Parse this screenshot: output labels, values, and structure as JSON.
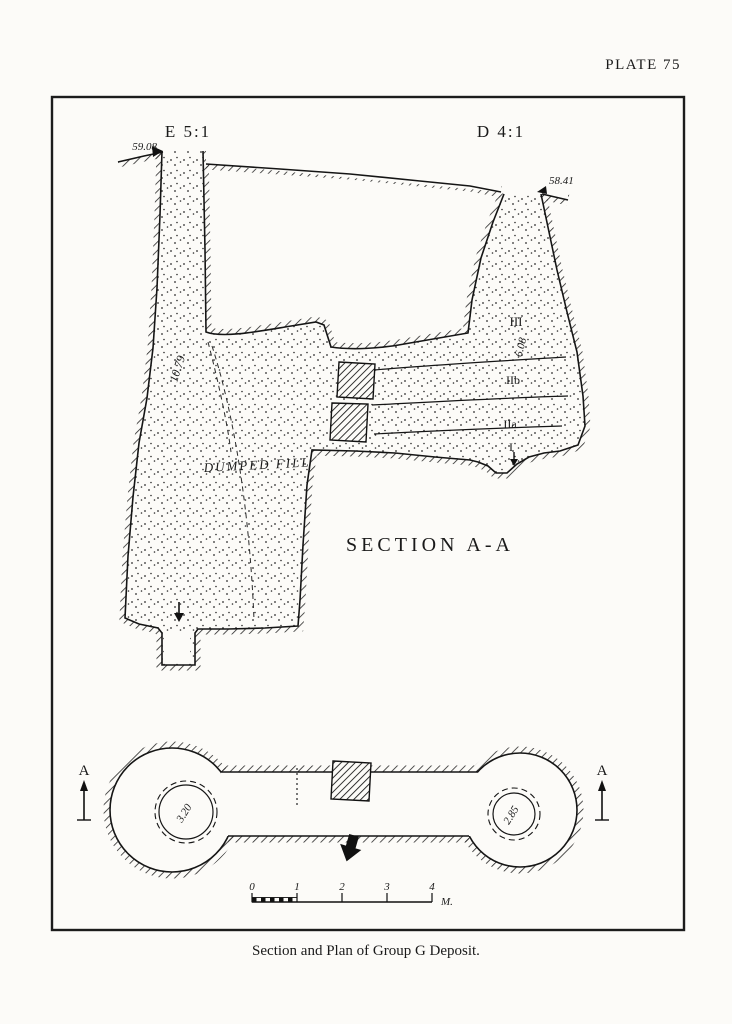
{
  "plate": {
    "label": "PLATE 75",
    "caption": "Section and Plan of Group G Deposit."
  },
  "section": {
    "title": "SECTION A-A",
    "left_shaft_label": "E 5:1",
    "right_shaft_label": "D 4:1",
    "left_elevation": "59.08",
    "right_elevation": "58.41",
    "left_depth": "10.79",
    "right_depth": "6.08",
    "fill_label": "DUMPED FILL",
    "layers": [
      "III",
      "IIb",
      "IIa",
      "I"
    ]
  },
  "plan": {
    "section_line_left": "A",
    "section_line_right": "A",
    "left_diameter": "3.20",
    "right_diameter": "2.85"
  },
  "scale": {
    "ticks": [
      "0",
      "1",
      "2",
      "3",
      "4"
    ],
    "unit": "M."
  }
}
